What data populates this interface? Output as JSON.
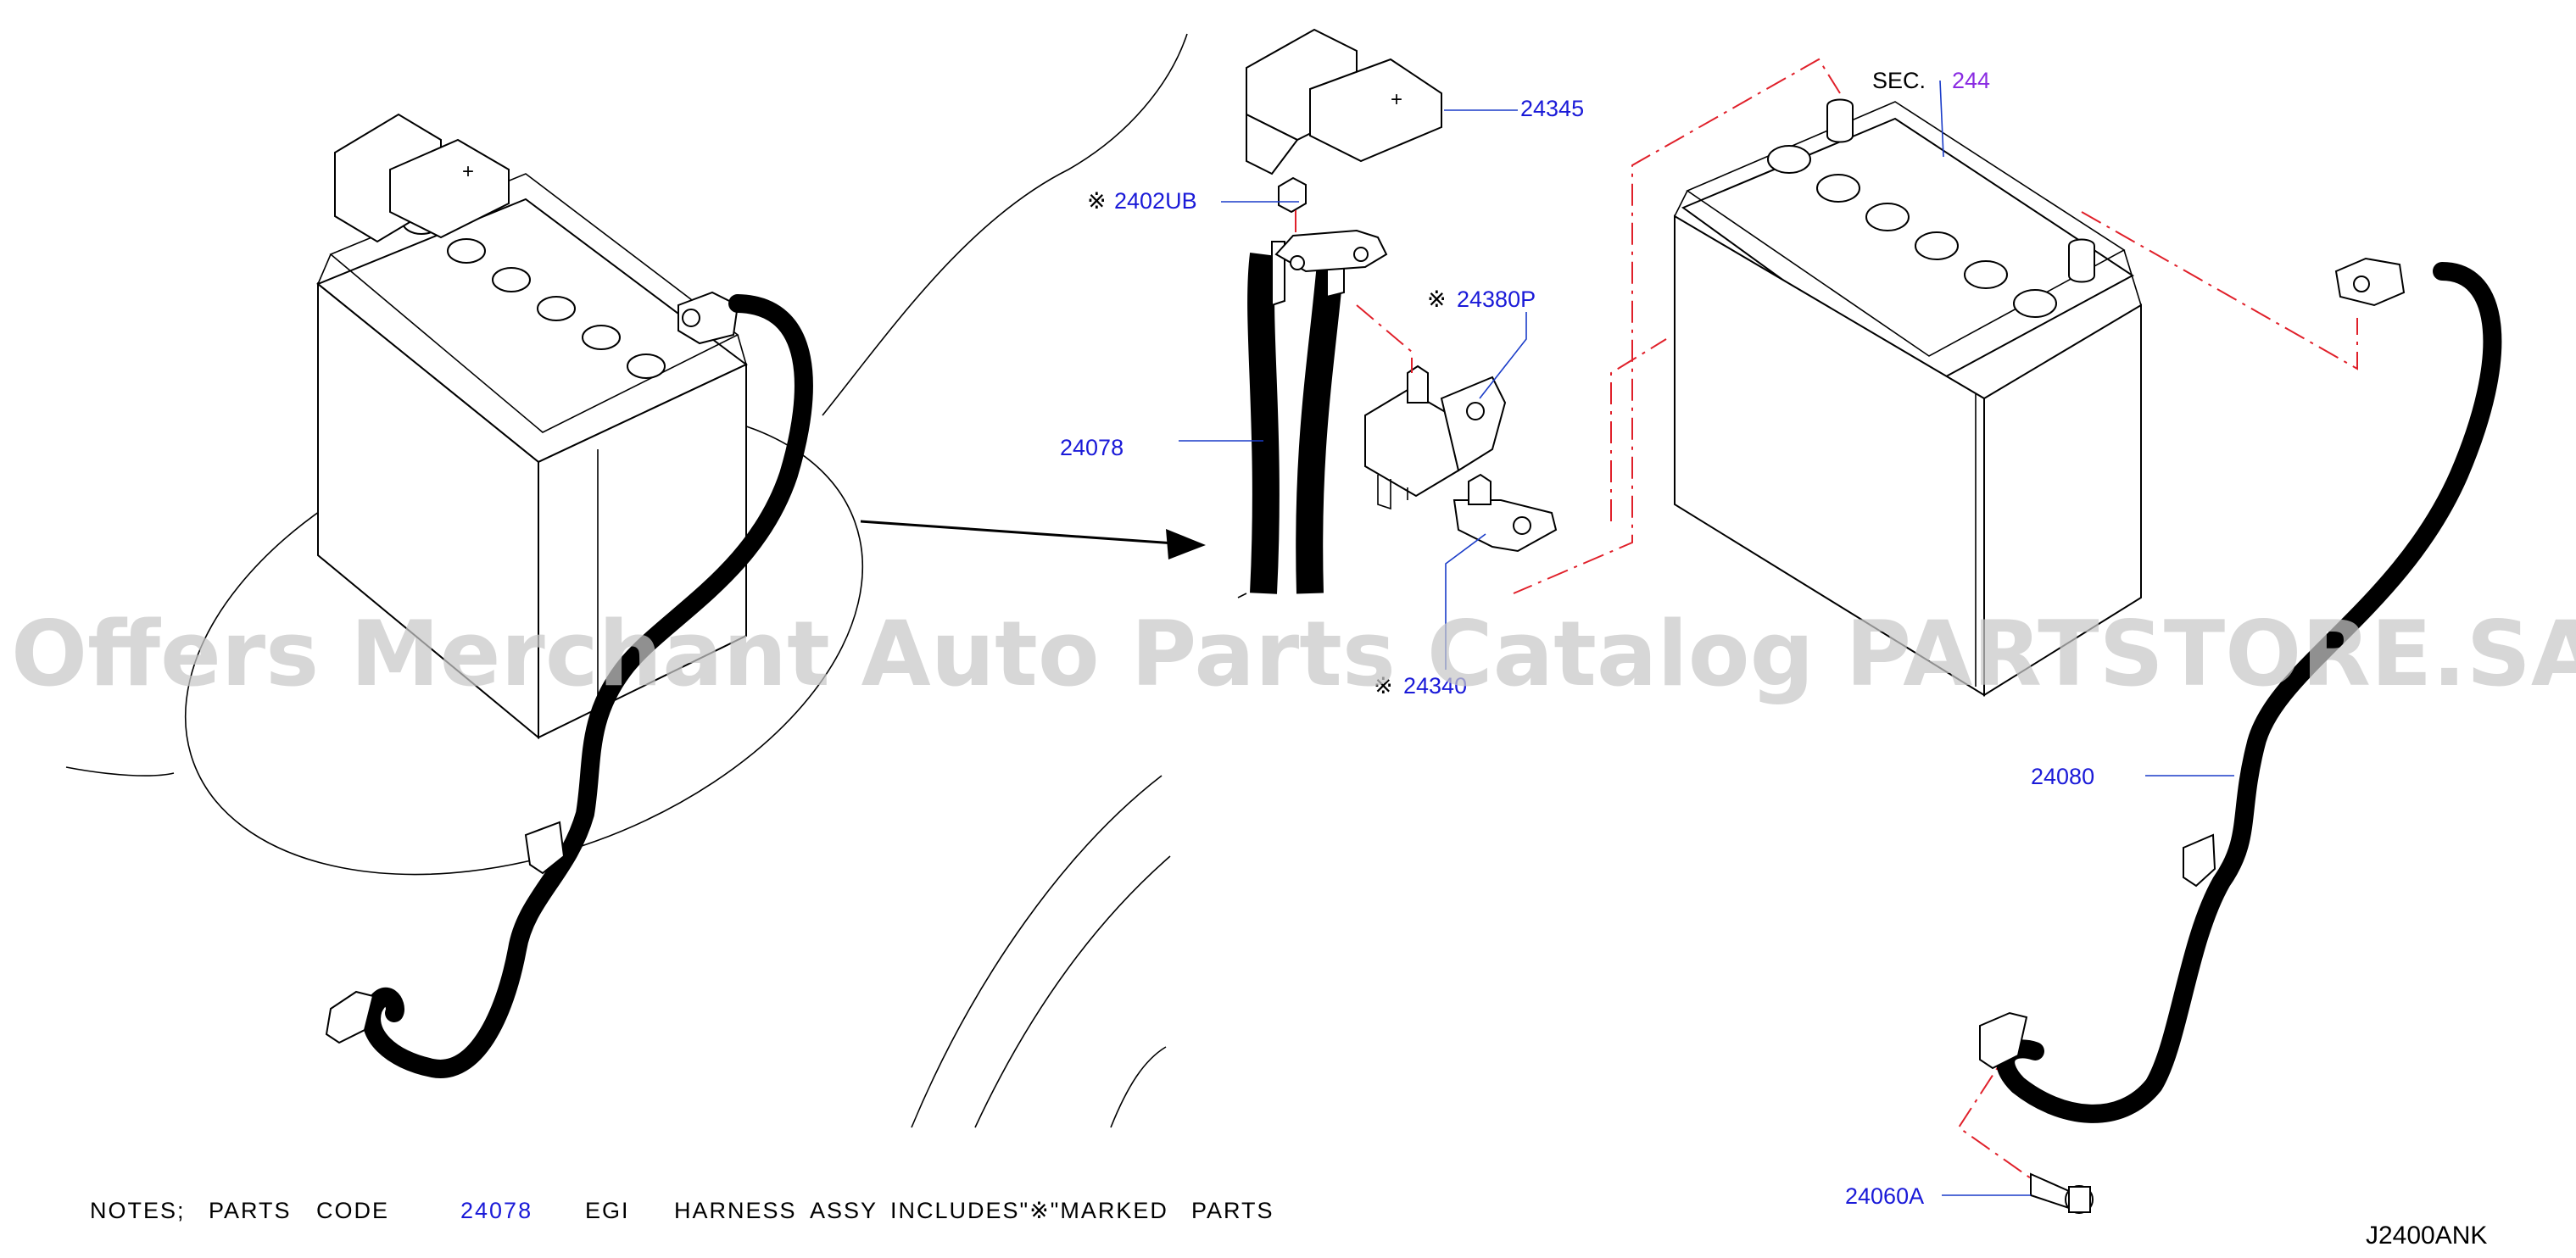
{
  "labels": {
    "p24345": "24345",
    "p2402ub": "2402UB",
    "p24380p": "24380P",
    "p24078": "24078",
    "p24340": "24340",
    "sec_prefix": "SEC.",
    "sec_num": "244",
    "p24080": "24080",
    "p24060a": "24060A",
    "mark": "※"
  },
  "notes": {
    "prefix": "NOTES;",
    "parts": "PARTS",
    "code": "CODE",
    "code_num": "24078",
    "egi": "EGI",
    "harness": "HARNESS",
    "assy": "ASSY",
    "includes": "INCLUDES\"※\"MARKED",
    "parts2": "PARTS"
  },
  "diagram_id": "J2400ANK",
  "watermark": "Offers Merchant Auto Parts Catalog PARTSTORE.SA",
  "colors": {
    "label_blue": "#1a1ad8",
    "section_purple": "#8a2be2",
    "dash_red": "#e0202a",
    "leader_blue": "#1a3cc8"
  }
}
